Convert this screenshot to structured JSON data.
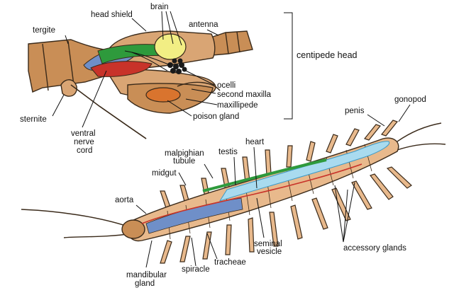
{
  "labels": {
    "brain": "brain",
    "head_shield": "head shield",
    "antenna": "antenna",
    "tergite": "tergite",
    "centipede_head": "centipede head",
    "ocelli": "ocelli",
    "second_maxilla": "second maxilla",
    "maxillipede": "maxillipede",
    "poison_gland": "poison gland",
    "sternite": "sternite",
    "ventral_nerve_cord_1": "ventral",
    "ventral_nerve_cord_2": "nerve",
    "ventral_nerve_cord_3": "cord",
    "gonopod": "gonopod",
    "penis": "penis",
    "heart": "heart",
    "testis": "testis",
    "malpighian_tubule_1": "malpighian",
    "malpighian_tubule_2": "tubule",
    "midgut": "midgut",
    "aorta": "aorta",
    "seminal_vesicle_1": "seminal",
    "seminal_vesicle_2": "vesicle",
    "accessory_glands": "accessory glands",
    "tracheae": "tracheae",
    "spiracle": "spiracle",
    "mandibular_gland_1": "mandibular",
    "mandibular_gland_2": "gland"
  },
  "colors": {
    "body": "#e8b98c",
    "outline": "#3a2a1a",
    "head_brown": "#c98e56",
    "nerve_green": "#2e9a3c",
    "gut_blue": "#6f8fc8",
    "gland_red": "#c8332a",
    "brain_yellow": "#f2ee84",
    "ocelli_black": "#1a1a1a",
    "seminal_blue": "#a9dbef",
    "poison_orange": "#d9742e"
  }
}
